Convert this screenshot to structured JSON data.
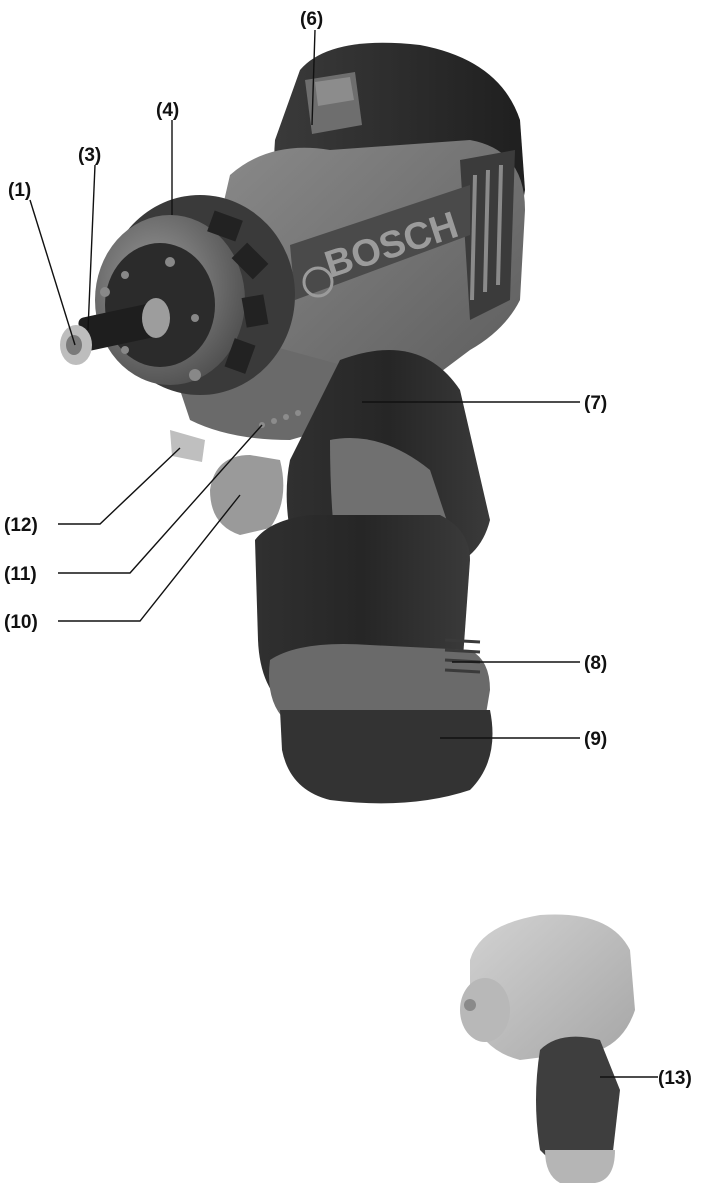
{
  "figure": {
    "callouts": [
      {
        "id": "c1",
        "label": "(1)"
      },
      {
        "id": "c3",
        "label": "(3)"
      },
      {
        "id": "c4",
        "label": "(4)"
      },
      {
        "id": "c6",
        "label": "(6)"
      },
      {
        "id": "c7",
        "label": "(7)"
      },
      {
        "id": "c8",
        "label": "(8)"
      },
      {
        "id": "c9",
        "label": "(9)"
      },
      {
        "id": "c10",
        "label": "(10)"
      },
      {
        "id": "c11",
        "label": "(11)"
      },
      {
        "id": "c12",
        "label": "(12)"
      },
      {
        "id": "c13",
        "label": "(13)"
      }
    ],
    "brand_text": "BOSCH"
  },
  "colors": {
    "dark_body": "#2b2b2b",
    "mid_gray": "#6f6f6f",
    "light_gray": "#a9a9a9",
    "faded_tool": "#bdbdbd",
    "line": "#111111"
  }
}
